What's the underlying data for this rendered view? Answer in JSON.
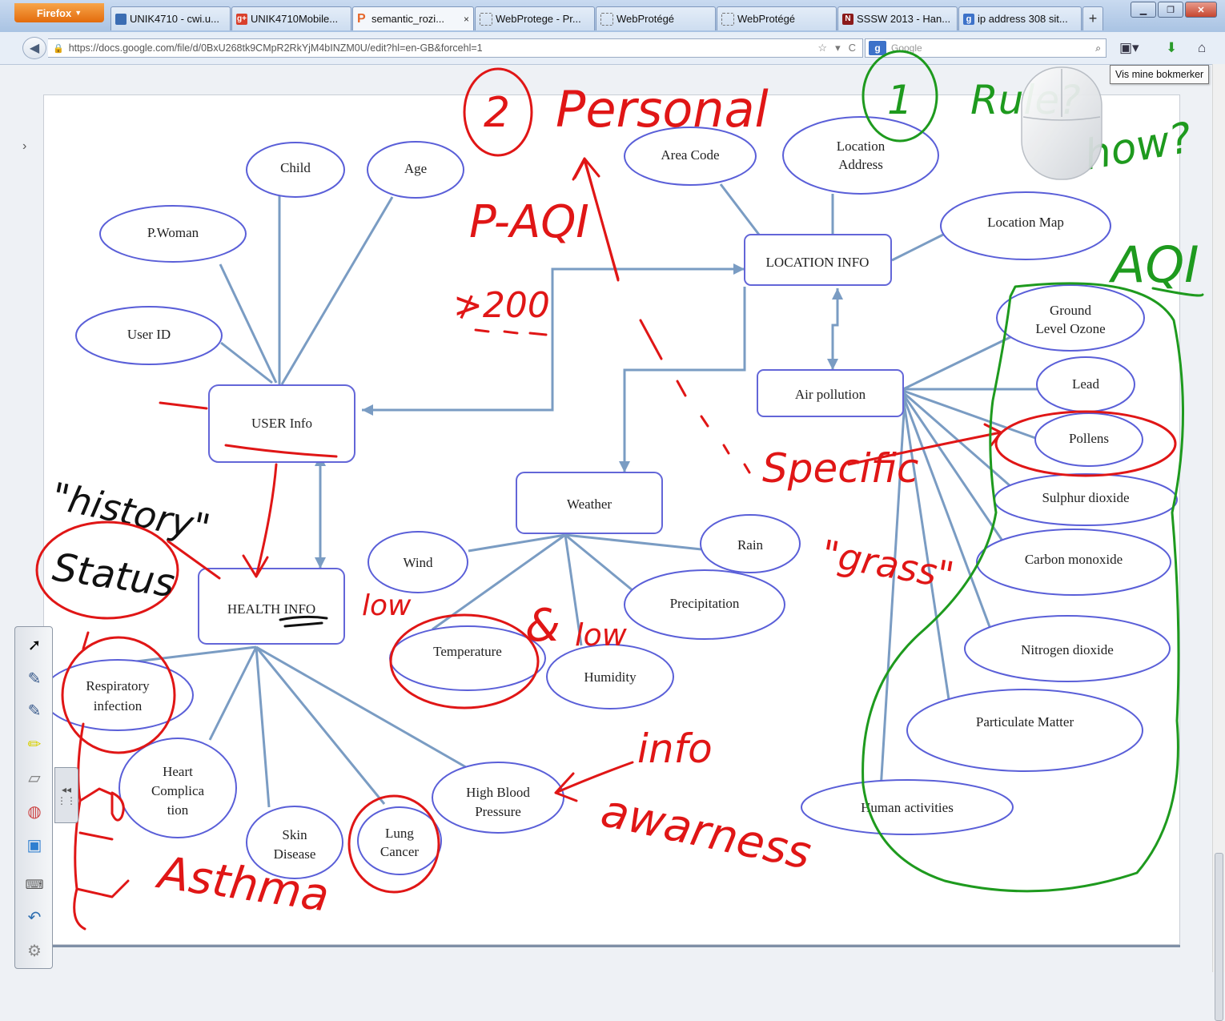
{
  "browser": {
    "menu_button": "Firefox",
    "tabs": [
      {
        "label": "UNIK4710 - cwi.u...",
        "favicon_color": "#3b6db3",
        "active": false
      },
      {
        "label": "UNIK4710Mobile...",
        "favicon_color": "#d9402c",
        "active": false
      },
      {
        "label": "semantic_rozi...",
        "favicon_color": "#e6672b",
        "active": true,
        "close": "×"
      },
      {
        "label": "WebProtege - Pr...",
        "favicon_color": "#ffffff",
        "active": false
      },
      {
        "label": "WebProtégé",
        "favicon_color": "#ffffff",
        "active": false
      },
      {
        "label": "WebProtégé",
        "favicon_color": "#ffffff",
        "active": false
      },
      {
        "label": "SSSW 2013 - Han...",
        "favicon_color": "#8b1a1a",
        "active": false
      },
      {
        "label": "ip address 308 sit...",
        "favicon_color": "#3d72c9",
        "active": false
      }
    ],
    "new_tab": "+",
    "url": "https://docs.google.com/file/d/0BxU268tk9CMpR2RkYjM4bINZM0U/edit?hl=en-GB&forcehl=1",
    "search_placeholder": "Google",
    "tooltip": "Vis mine bokmerker"
  },
  "diagram": {
    "rect_nodes": {
      "user_info": "USER Info",
      "health_info": "HEALTH INFO",
      "location_info": "LOCATION INFO",
      "air_pollution": "Air pollution",
      "weather": "Weather"
    },
    "oval_nodes": {
      "child": "Child",
      "age": "Age",
      "p_woman": "P.Woman",
      "user_id": "User ID",
      "area_code": "Area Code",
      "location_address": [
        "Location",
        "Address"
      ],
      "location_map": "Location Map",
      "ground_level_ozone": [
        "Ground",
        "Level Ozone"
      ],
      "lead": "Lead",
      "pollens": "Pollens",
      "sulphur_dioxide": "Sulphur dioxide",
      "carbon_monoxide": "Carbon monoxide",
      "nitrogen_dioxide": "Nitrogen dioxide",
      "particulate_matter": "Particulate Matter",
      "human_activities": "Human activities",
      "wind": "Wind",
      "rain": "Rain",
      "precipitation": "Precipitation",
      "temperature": "Temperature",
      "humidity": "Humidity",
      "respiratory_infection": [
        "Respiratory",
        "infection"
      ],
      "heart_complication": [
        "Heart",
        "Complica",
        "tion"
      ],
      "skin_disease": [
        "Skin",
        "Disease"
      ],
      "lung_cancer": [
        "Lung",
        "Cancer"
      ],
      "high_blood_pressure": [
        "High Blood",
        "Pressure"
      ]
    }
  },
  "annotations": {
    "red": {
      "two": "2",
      "personal": "Personal",
      "p_aqi": "P-AQI",
      "gt_200": "≯200",
      "specific": "Specific",
      "grass": "\"grass\"",
      "low1": "low",
      "and": "&",
      "low2": "low",
      "info": "info",
      "awareness": "awarness",
      "asthma": "Asthma"
    },
    "green": {
      "one": "1",
      "rule": "Rule?",
      "how": "how?",
      "aqi": "AQI"
    },
    "black": {
      "history": "\"history\"",
      "status": "Status"
    }
  },
  "colors": {
    "node_stroke": "#5a5fd8",
    "edge": "#7a9cc3",
    "ink_red": "#e01616",
    "ink_green": "#1e9a1e"
  },
  "pen_toolbar_icons": [
    "pointer-icon",
    "pen-icon",
    "pen-icon",
    "highlighter-icon",
    "eraser-icon",
    "eraser-icon",
    "whiteboard-icon",
    "keyboard-icon",
    "undo-icon",
    "settings-icon"
  ]
}
